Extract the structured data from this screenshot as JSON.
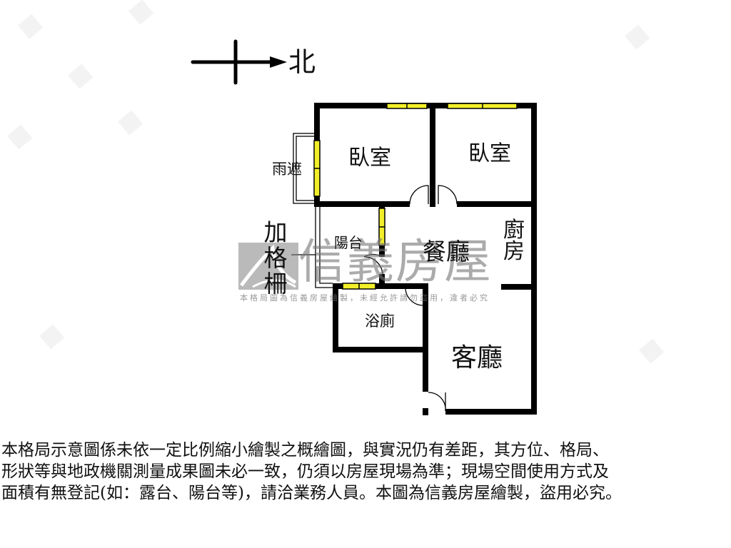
{
  "compass": {
    "direction_label": "北",
    "icon": "north-arrow-icon"
  },
  "rooms": {
    "bedroom_1": "臥室",
    "bedroom_2": "臥室",
    "canopy": "雨遮",
    "balcony": "陽台",
    "dining_room": "餐廳",
    "kitchen": [
      "廚",
      "房"
    ],
    "bathroom": "浴廁",
    "living_room": "客廳",
    "added_grille": [
      "加",
      "格",
      "柵"
    ]
  },
  "watermark": {
    "brand": "信義房屋",
    "note": "本格局圖為信義房屋繪製，未經允許請勿盜用，違者必究"
  },
  "disclaimer": {
    "lines": [
      "本格局示意圖係未依一定比例縮小繪製之概繪圖，與實況仍有差距，其方位、格局、",
      "形狀等與地政機關測量成果圖未必一致，仍須以房屋現場為準；現場空間使用方式及",
      "面積有無登記(如：露台、陽台等)，請洽業務人員。本圖為信義房屋繪製，盜用必究。"
    ]
  },
  "colors": {
    "wall": "#000000",
    "window_fill": "#f2ef2a",
    "watermark_gray": "#8a8a8a",
    "background": "#ffffff"
  }
}
